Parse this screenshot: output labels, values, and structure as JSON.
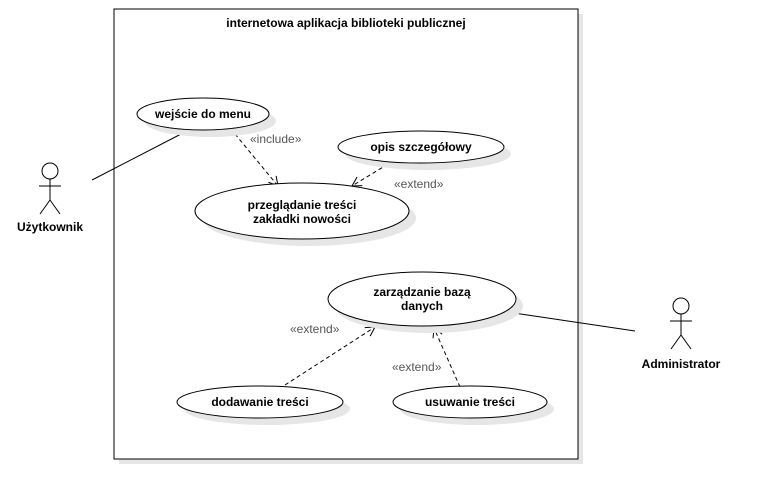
{
  "system": {
    "title": "internetowa aplikacja biblioteki publicznej"
  },
  "actors": {
    "user": {
      "label": "Użytkownik"
    },
    "admin": {
      "label": "Administrator"
    }
  },
  "use_cases": {
    "menu": {
      "label": "wejście do menu"
    },
    "details": {
      "label": "opis szczegółowy"
    },
    "browse": {
      "line1": "przeglądanie treści",
      "line2": "zakładki nowości"
    },
    "manage": {
      "line1": "zarządzanie bazą",
      "line2": "danych"
    },
    "add": {
      "label": "dodawanie treści"
    },
    "remove": {
      "label": "usuwanie treści"
    }
  },
  "relations": {
    "include": "«include»",
    "extend_details": "«extend»",
    "extend_add": "«extend»",
    "extend_remove": "«extend»"
  },
  "colors": {
    "line": "#000000",
    "shadow": "#e4e4e4",
    "stereotype": "#555555"
  }
}
